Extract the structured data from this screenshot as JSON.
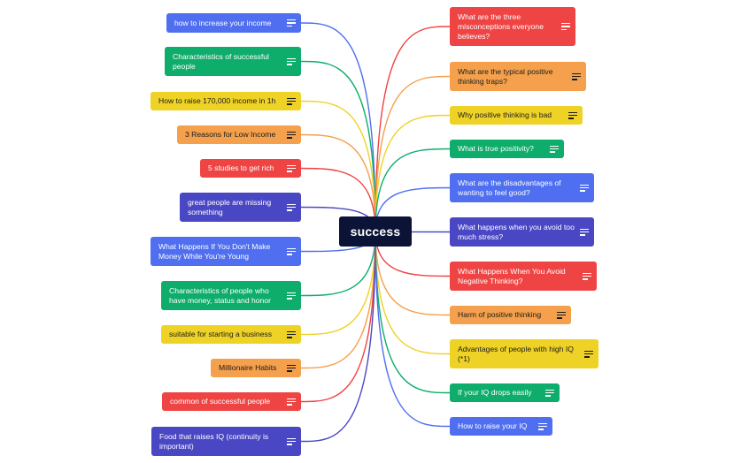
{
  "center": {
    "label": "success"
  },
  "colors": {
    "blue": "#4f6ff0",
    "green": "#0ead6b",
    "yellow": "#efd226",
    "orange": "#f4a04c",
    "red": "#ef4444",
    "indigo": "#4a47c4",
    "center": "#0b1437"
  },
  "icon": "notes-icon",
  "left": [
    {
      "label": "how to increase your income",
      "color": "blue"
    },
    {
      "label": "Characteristics of successful people",
      "color": "green"
    },
    {
      "label": "How to raise 170,000 income in 1h",
      "color": "yellow"
    },
    {
      "label": "3 Reasons for Low Income",
      "color": "orange"
    },
    {
      "label": "5 studies to get rich",
      "color": "red"
    },
    {
      "label": "great people are missing something",
      "color": "indigo"
    },
    {
      "label": "What Happens If You Don't Make Money While You're Young",
      "color": "blue"
    },
    {
      "label": "Characteristics of people who have money, status and honor",
      "color": "green"
    },
    {
      "label": "suitable for starting a business",
      "color": "yellow"
    },
    {
      "label": "Millionaire Habits",
      "color": "orange"
    },
    {
      "label": "common of successful people",
      "color": "red"
    },
    {
      "label": "Food that raises IQ (continuity is important)",
      "color": "indigo"
    }
  ],
  "right": [
    {
      "label": "What are the three misconceptions everyone believes?",
      "color": "red"
    },
    {
      "label": "What are the typical positive thinking traps?",
      "color": "orange"
    },
    {
      "label": "Why positive thinking is bad",
      "color": "yellow"
    },
    {
      "label": "What is true positivity?",
      "color": "green"
    },
    {
      "label": "What are the disadvantages of wanting to feel good?",
      "color": "blue"
    },
    {
      "label": "What happens when you avoid too much stress?",
      "color": "indigo"
    },
    {
      "label": "What Happens When You Avoid Negative Thinking?",
      "color": "red"
    },
    {
      "label": "Harm of positive thinking",
      "color": "orange"
    },
    {
      "label": "Advantages of people with high IQ (*1)",
      "color": "yellow"
    },
    {
      "label": "If your IQ drops easily",
      "color": "green"
    },
    {
      "label": "How to raise your IQ",
      "color": "blue"
    }
  ]
}
